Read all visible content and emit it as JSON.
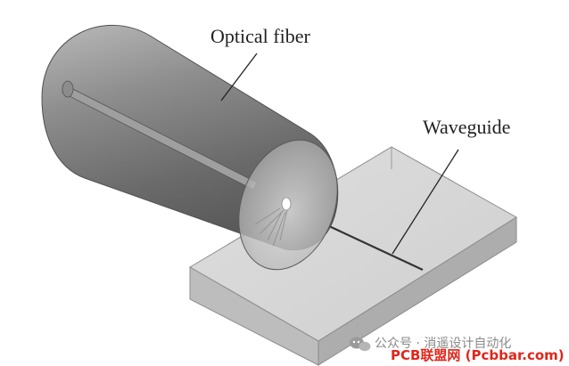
{
  "labels": {
    "optical_fiber": "Optical fiber",
    "waveguide": "Waveguide"
  },
  "watermark": {
    "account_text": "公众号 · 消遥设计自动化",
    "brand_text": "PCB联盟网 (Pcbbar.com)"
  },
  "colors": {
    "brand_red": "#e0261b",
    "fiber_gray": "#6f6f6f",
    "glass_gray": "#c8c8c8"
  },
  "icons": {
    "watermark_icon": "wechat-icon"
  }
}
